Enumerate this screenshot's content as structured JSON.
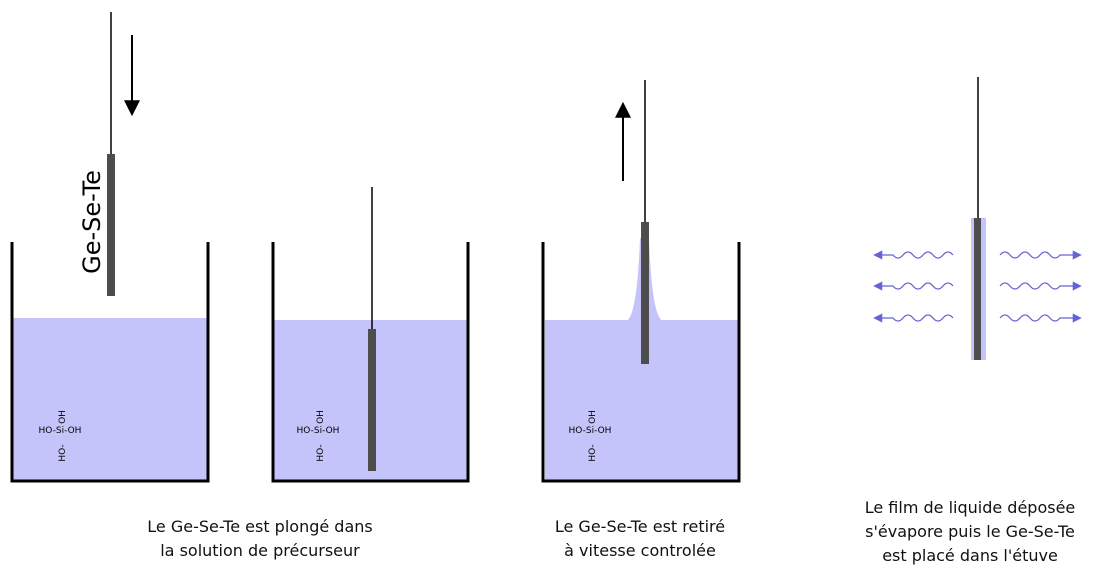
{
  "sample_label": "Ge-Se-Te",
  "molecule": {
    "top": "OH",
    "middle": "HO-Si-OH",
    "bottom": "HO-"
  },
  "captions": {
    "step1": [
      "Le Ge-Se-Te est plongé dans",
      "la solution de précurseur"
    ],
    "step2": [
      "Le Ge-Se-Te est retiré",
      "à vitesse controlée"
    ],
    "step3": [
      "Le film de liquide déposée",
      "s'évapore puis le Ge-Se-Te",
      "est placé dans l'étuve"
    ]
  },
  "colors": {
    "liquid": "#c4c4fa",
    "sample": "#4d4d4d",
    "outline": "#000000",
    "vapor": "#6464d6"
  },
  "icons": {
    "down_arrow": "arrow-down-icon",
    "up_arrow": "arrow-up-icon",
    "vapor": "wavy-arrow-icon"
  }
}
